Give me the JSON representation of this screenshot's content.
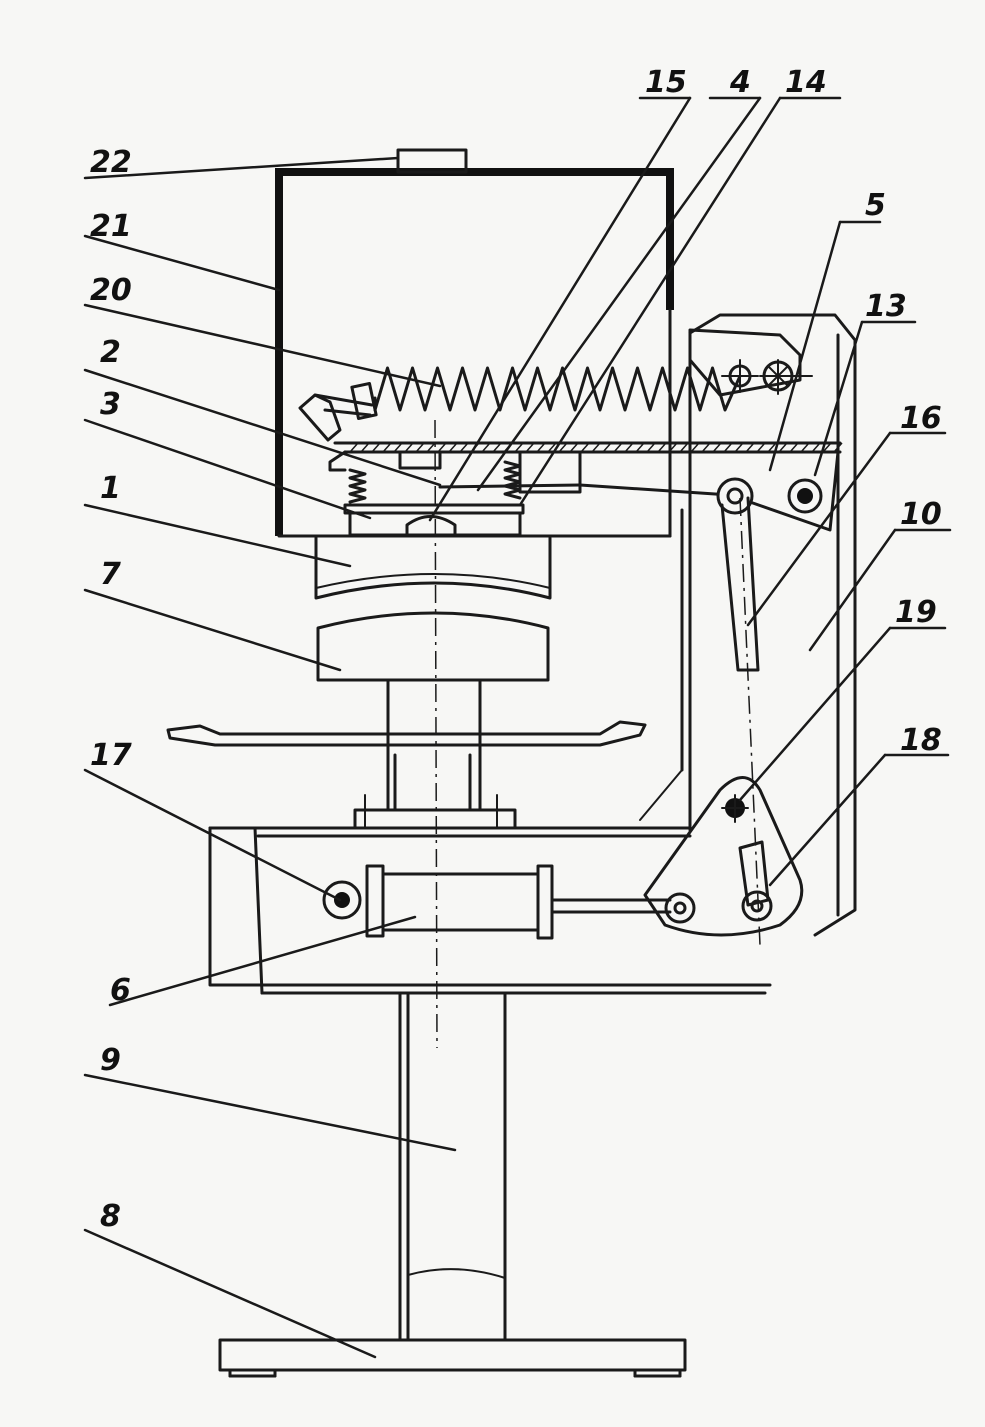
{
  "labels": {
    "l1": "1",
    "l2": "2",
    "l3": "3",
    "l4": "4",
    "l5": "5",
    "l6": "6",
    "l7": "7",
    "l8": "8",
    "l9": "9",
    "l10": "10",
    "l13": "13",
    "l14": "14",
    "l15": "15",
    "l16": "16",
    "l17": "17",
    "l18": "18",
    "l19": "19",
    "l20": "20",
    "l21": "21",
    "l22": "22"
  },
  "colors": {
    "paper": "#f7f7f5",
    "ink": "#1a1a1a"
  }
}
